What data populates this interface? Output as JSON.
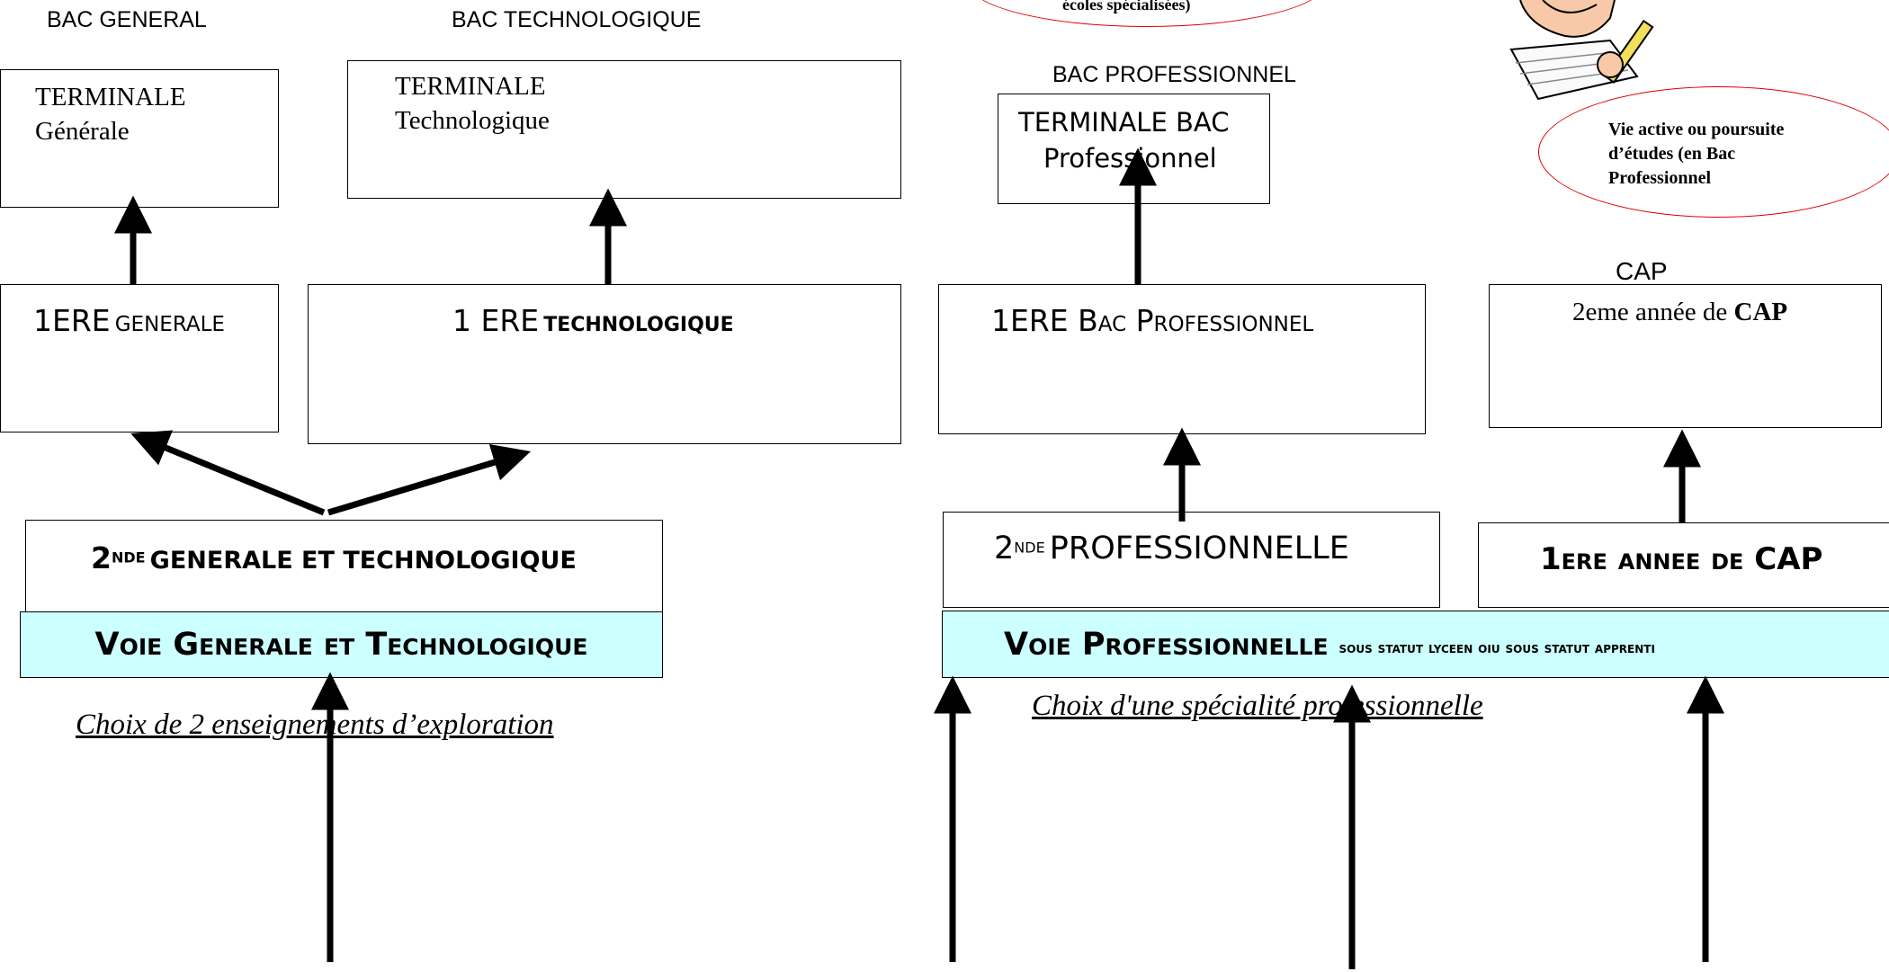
{
  "headers": {
    "bac_general": "BAC GENERAL",
    "bac_techno": "BAC TECHNOLOGIQUE",
    "bac_pro": "BAC PROFESSIONNEL",
    "cap": "CAP"
  },
  "ellipses": {
    "top_fragment": "écoles spécialisées)",
    "vie_active": "Vie active ou poursuite d’études  (en Bac Professionnel"
  },
  "terminales": {
    "gen_line1": "TERMINALE",
    "gen_line2": "Générale",
    "tech_line1": "TERMINALE",
    "tech_line2": "Technologique",
    "pro_line1": "TERMINALE BAC",
    "pro_line2": "Professionnel"
  },
  "premieres": {
    "gen_main": "1ERE",
    "gen_small": "GENERALE",
    "tech_main": "1 ERE",
    "tech_small": "TECHNOLOGIQUE",
    "pro": "1ERE Bac Professionnel",
    "cap_prefix": "2eme année de ",
    "cap_bold": "CAP"
  },
  "secondes": {
    "gt_main": "2",
    "gt_sup": "NDE",
    "gt_rest": "GENERALE ET TECHNOLOGIQUE",
    "pro_main": "2",
    "pro_sup": "NDE",
    "pro_rest": "PROFESSIONNELLE",
    "cap": "1ere annee de CAP"
  },
  "voies": {
    "gt": "Voie Generale et Technologique",
    "pro_main": "Voie Professionnelle",
    "pro_small": "sous statut lyceen oiu sous statut apprenti"
  },
  "choix": {
    "gt": "Choix de 2 enseignements d’exploration ",
    "pro": "Choix d'une spécialité  professionnelle"
  },
  "colors": {
    "voie_fill": "#ccffff",
    "ellipse_stroke": "#e00000",
    "arrow": "#000000"
  }
}
